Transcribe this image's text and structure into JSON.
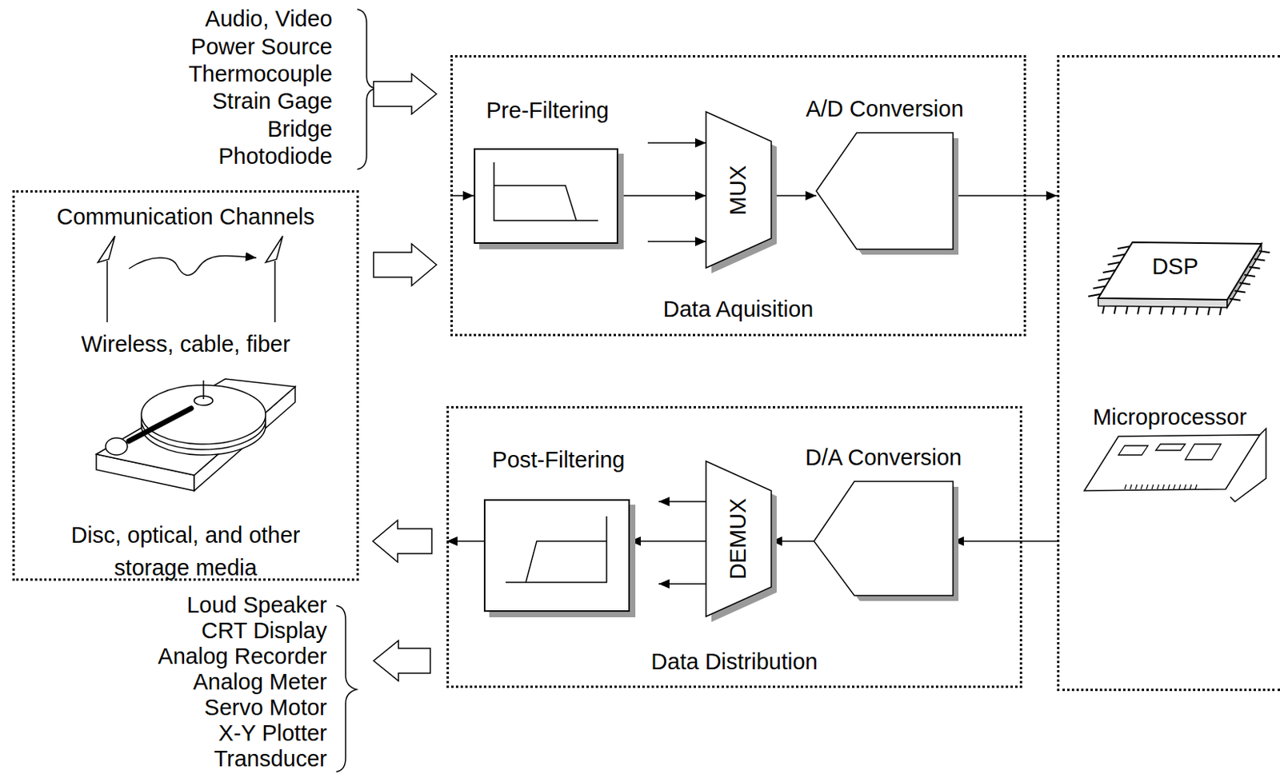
{
  "diagram": {
    "nodes": [
      {
        "text": [
          "Data Aquisition"
        ]
      },
      {
        "text": [
          "Pre-Filtering"
        ],
        "in": 0
      },
      {
        "text": [
          "MUX"
        ],
        "in": 0
      },
      {
        "text": [
          "A/D Conversion"
        ],
        "in": 0
      },
      {
        "text": [
          "DSP",
          "Microprocessor"
        ]
      },
      {
        "text": [
          "Data Distribution"
        ]
      },
      {
        "text": [
          "D/A Conversion"
        ],
        "in": 5
      },
      {
        "text": [
          "DEMUX"
        ],
        "in": 5
      },
      {
        "text": [
          "Post-Filtering"
        ],
        "in": 5
      },
      {
        "text": [
          "Communication Channels",
          "Wireless, cable, fiber",
          "Disc, optical, and other storage media"
        ]
      }
    ],
    "edges": [
      {
        "from": 1,
        "to": 2,
        "arrow": "to"
      },
      {
        "from": 2,
        "to": 3,
        "arrow": "to"
      },
      {
        "from": 3,
        "to": 4,
        "arrow": "to"
      },
      {
        "from": 4,
        "to": 6,
        "arrow": "to"
      },
      {
        "from": 6,
        "to": 7,
        "arrow": "to"
      },
      {
        "from": 7,
        "to": 8,
        "arrow": "to"
      },
      {
        "from": 9,
        "to": 0,
        "arrow": "to"
      },
      {
        "from": 5,
        "to": 9,
        "arrow": "to"
      }
    ],
    "labels": [
      "Audio, Video",
      "Power Source",
      "Thermocouple",
      "Strain Gage",
      "Bridge",
      "Photodiode",
      "Loud Speaker",
      "CRT Display",
      "Analog Recorder",
      "Analog Meter",
      "Servo Motor",
      "X-Y Plotter",
      "Transducer"
    ]
  }
}
